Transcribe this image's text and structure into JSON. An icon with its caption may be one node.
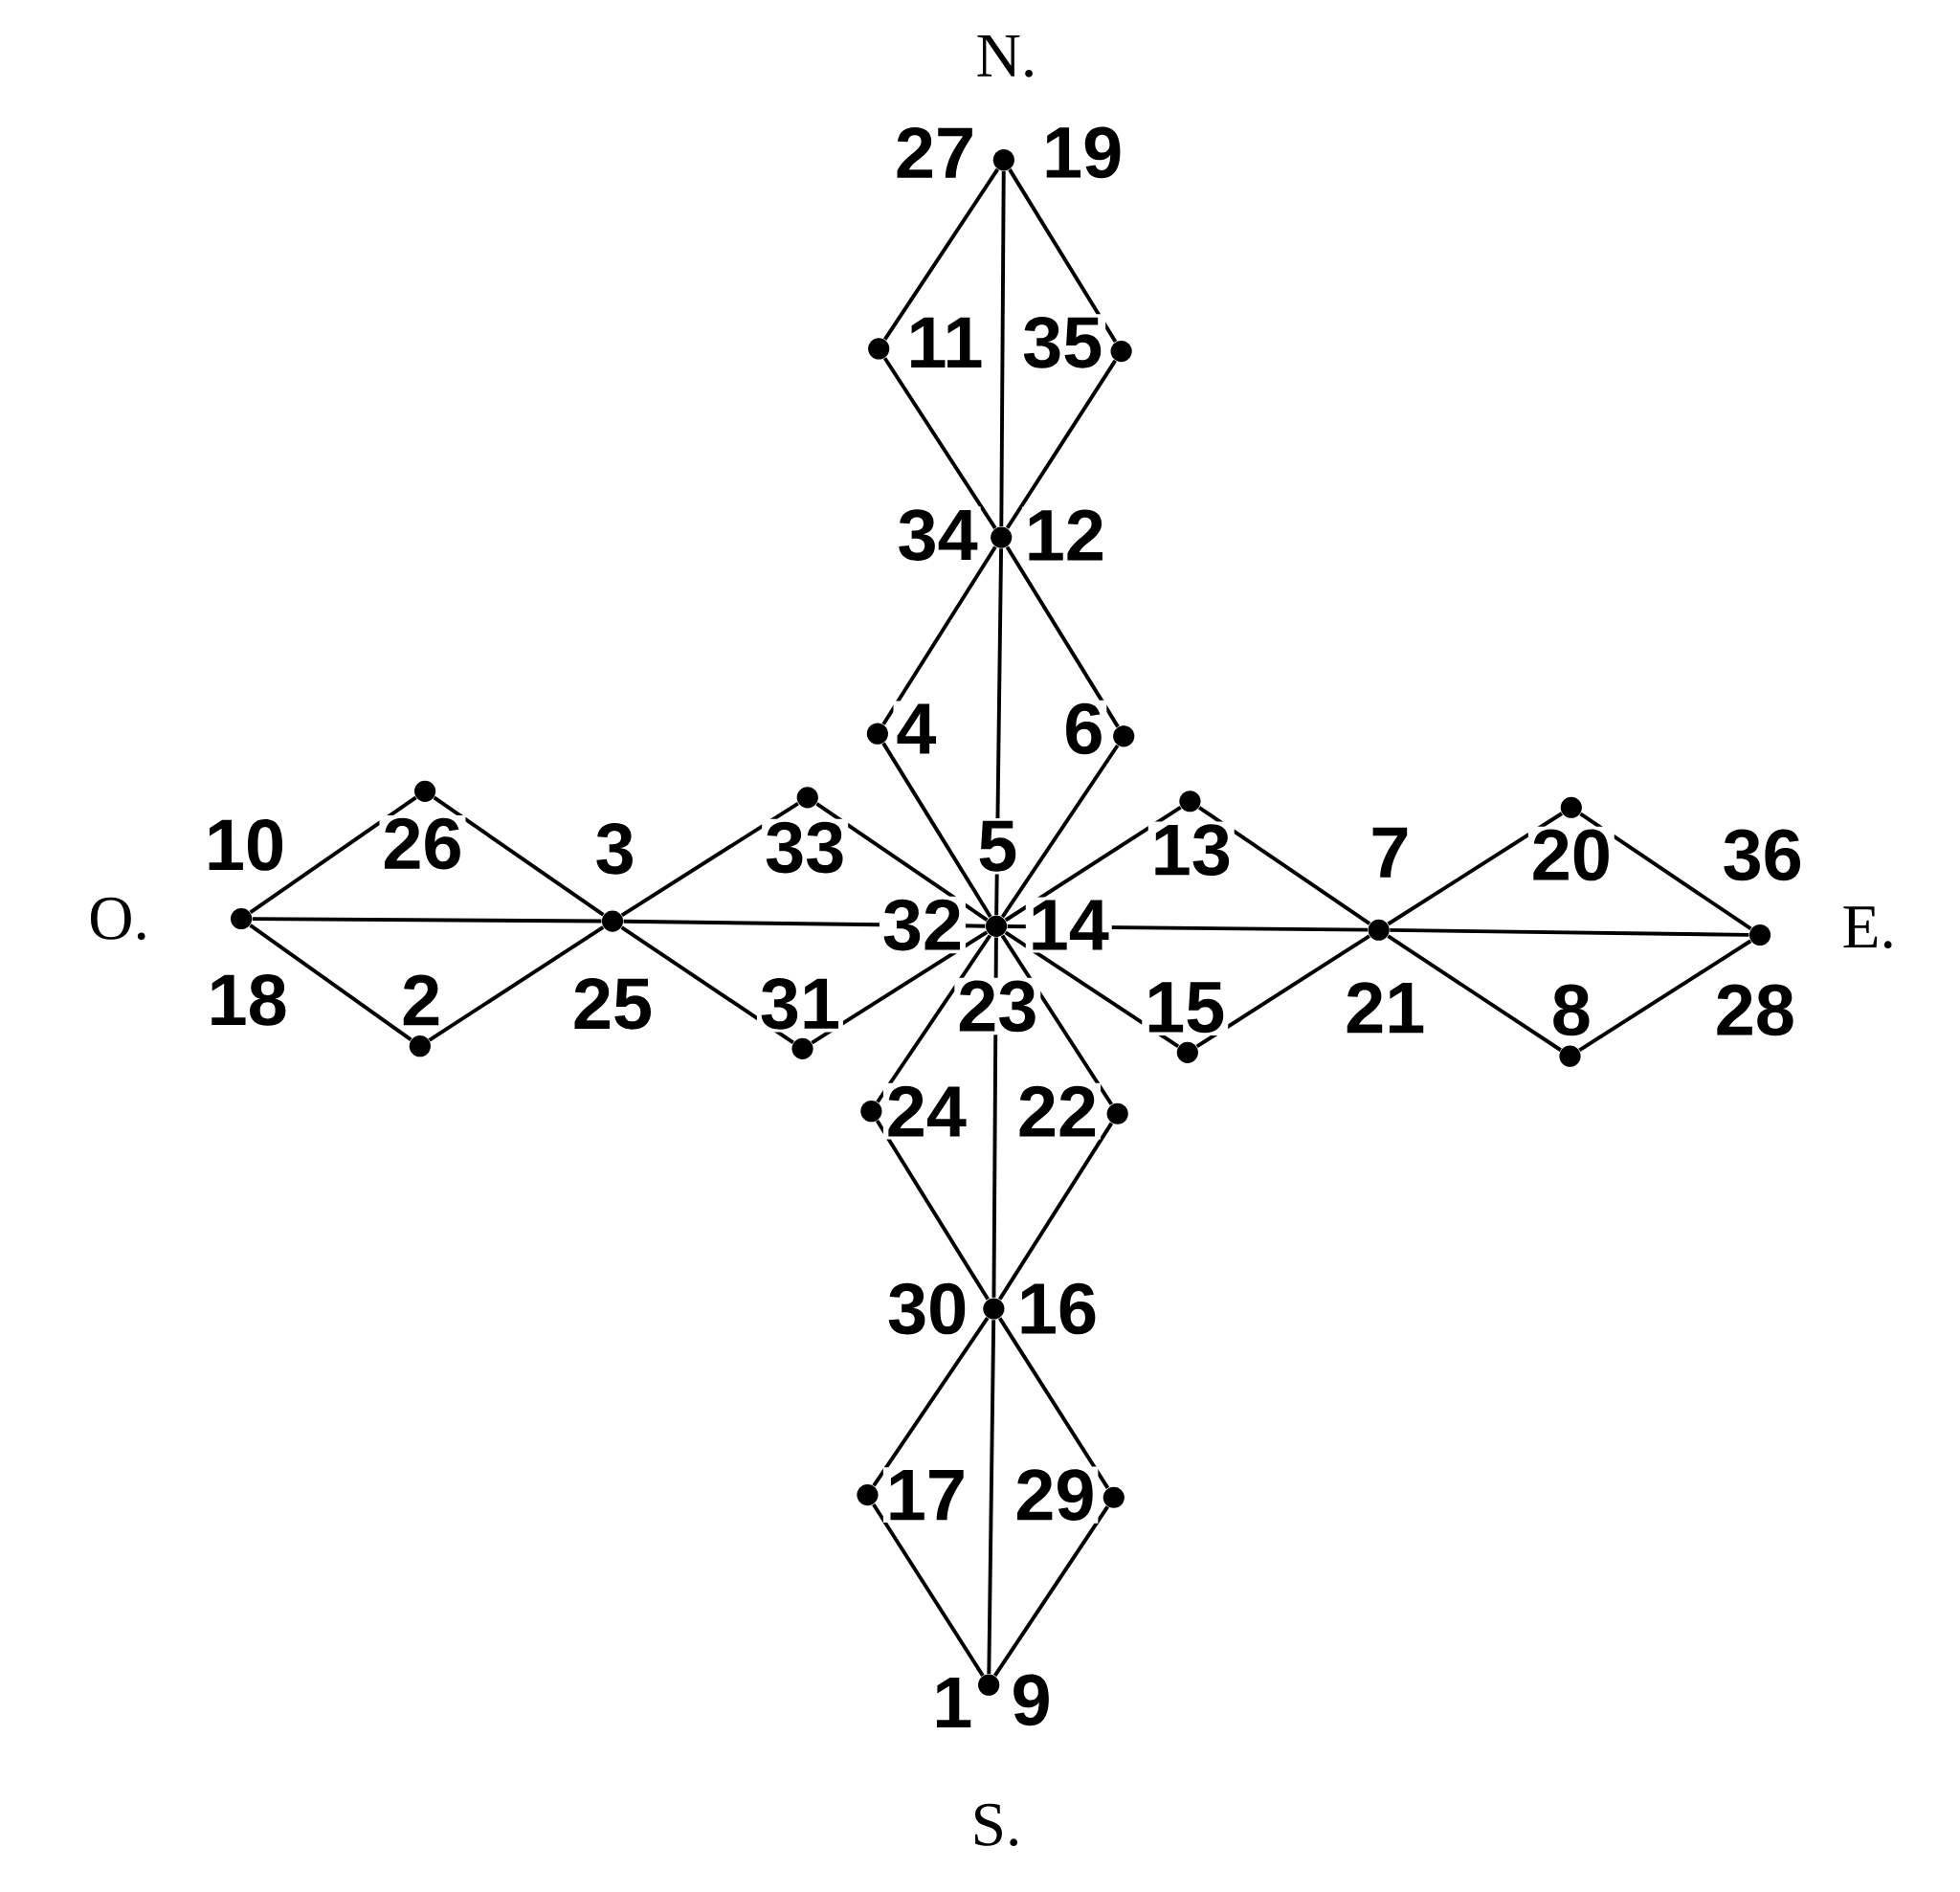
{
  "diagram": {
    "nodes": [
      {
        "text": [],
        "shape": "circle",
        "beside": [
          "27",
          "19"
        ]
      },
      {
        "text": [],
        "shape": "circle",
        "beside": [
          "11"
        ]
      },
      {
        "text": [],
        "shape": "circle",
        "beside": [
          "35"
        ]
      },
      {
        "text": [],
        "shape": "circle",
        "beside": [
          "34",
          "12"
        ]
      },
      {
        "text": [],
        "shape": "circle",
        "beside": [
          "4"
        ]
      },
      {
        "text": [],
        "shape": "circle",
        "beside": [
          "6"
        ]
      },
      {
        "text": [],
        "shape": "circle",
        "beside": [
          "26"
        ]
      },
      {
        "text": [],
        "shape": "circle",
        "beside": [
          "33"
        ]
      },
      {
        "text": [],
        "shape": "circle",
        "beside": [
          "13"
        ]
      },
      {
        "text": [],
        "shape": "circle",
        "beside": [
          "20"
        ]
      },
      {
        "text": [],
        "shape": "circle",
        "beside": [
          "10",
          "18"
        ]
      },
      {
        "text": [],
        "shape": "circle",
        "beside": [
          "3",
          "25"
        ]
      },
      {
        "text": [],
        "shape": "circle",
        "beside": [
          "5",
          "32",
          "14",
          "23"
        ]
      },
      {
        "text": [],
        "shape": "circle",
        "beside": [
          "7",
          "21"
        ]
      },
      {
        "text": [],
        "shape": "circle",
        "beside": [
          "36",
          "28"
        ]
      },
      {
        "text": [],
        "shape": "circle",
        "beside": [
          "2"
        ]
      },
      {
        "text": [],
        "shape": "circle",
        "beside": [
          "31"
        ]
      },
      {
        "text": [],
        "shape": "circle",
        "beside": [
          "15"
        ]
      },
      {
        "text": [],
        "shape": "circle",
        "beside": [
          "8"
        ]
      },
      {
        "text": [],
        "shape": "circle",
        "beside": [
          "24"
        ]
      },
      {
        "text": [],
        "shape": "circle",
        "beside": [
          "22"
        ]
      },
      {
        "text": [],
        "shape": "circle",
        "beside": [
          "30",
          "16"
        ]
      },
      {
        "text": [],
        "shape": "circle",
        "beside": [
          "17"
        ]
      },
      {
        "text": [],
        "shape": "circle",
        "beside": [
          "29"
        ]
      },
      {
        "text": [],
        "shape": "circle",
        "beside": [
          "1",
          "9"
        ]
      }
    ],
    "edges": [
      {
        "from": 0,
        "to": 1,
        "arrow": "none"
      },
      {
        "from": 0,
        "to": 2,
        "arrow": "none"
      },
      {
        "from": 0,
        "to": 3,
        "arrow": "none"
      },
      {
        "from": 1,
        "to": 3,
        "arrow": "none"
      },
      {
        "from": 2,
        "to": 3,
        "arrow": "none"
      },
      {
        "from": 3,
        "to": 4,
        "arrow": "none"
      },
      {
        "from": 3,
        "to": 5,
        "arrow": "none"
      },
      {
        "from": 3,
        "to": 12,
        "arrow": "none"
      },
      {
        "from": 4,
        "to": 12,
        "arrow": "none"
      },
      {
        "from": 5,
        "to": 12,
        "arrow": "none"
      },
      {
        "from": 10,
        "to": 6,
        "arrow": "none"
      },
      {
        "from": 10,
        "to": 15,
        "arrow": "none"
      },
      {
        "from": 10,
        "to": 11,
        "arrow": "none"
      },
      {
        "from": 6,
        "to": 11,
        "arrow": "none"
      },
      {
        "from": 15,
        "to": 11,
        "arrow": "none"
      },
      {
        "from": 11,
        "to": 7,
        "arrow": "none"
      },
      {
        "from": 11,
        "to": 16,
        "arrow": "none"
      },
      {
        "from": 11,
        "to": 12,
        "arrow": "none"
      },
      {
        "from": 7,
        "to": 12,
        "arrow": "none"
      },
      {
        "from": 16,
        "to": 12,
        "arrow": "none"
      },
      {
        "from": 12,
        "to": 8,
        "arrow": "none"
      },
      {
        "from": 12,
        "to": 17,
        "arrow": "none"
      },
      {
        "from": 12,
        "to": 13,
        "arrow": "none"
      },
      {
        "from": 8,
        "to": 13,
        "arrow": "none"
      },
      {
        "from": 17,
        "to": 13,
        "arrow": "none"
      },
      {
        "from": 13,
        "to": 9,
        "arrow": "none"
      },
      {
        "from": 13,
        "to": 18,
        "arrow": "none"
      },
      {
        "from": 13,
        "to": 14,
        "arrow": "none"
      },
      {
        "from": 9,
        "to": 14,
        "arrow": "none"
      },
      {
        "from": 18,
        "to": 14,
        "arrow": "none"
      },
      {
        "from": 12,
        "to": 19,
        "arrow": "none"
      },
      {
        "from": 12,
        "to": 20,
        "arrow": "none"
      },
      {
        "from": 12,
        "to": 21,
        "arrow": "none"
      },
      {
        "from": 19,
        "to": 21,
        "arrow": "none"
      },
      {
        "from": 20,
        "to": 21,
        "arrow": "none"
      },
      {
        "from": 21,
        "to": 22,
        "arrow": "none"
      },
      {
        "from": 21,
        "to": 23,
        "arrow": "none"
      },
      {
        "from": 21,
        "to": 24,
        "arrow": "none"
      },
      {
        "from": 22,
        "to": 24,
        "arrow": "none"
      },
      {
        "from": 23,
        "to": 24,
        "arrow": "none"
      }
    ],
    "labels": [
      "N.",
      "O.",
      "E.",
      "S."
    ]
  }
}
